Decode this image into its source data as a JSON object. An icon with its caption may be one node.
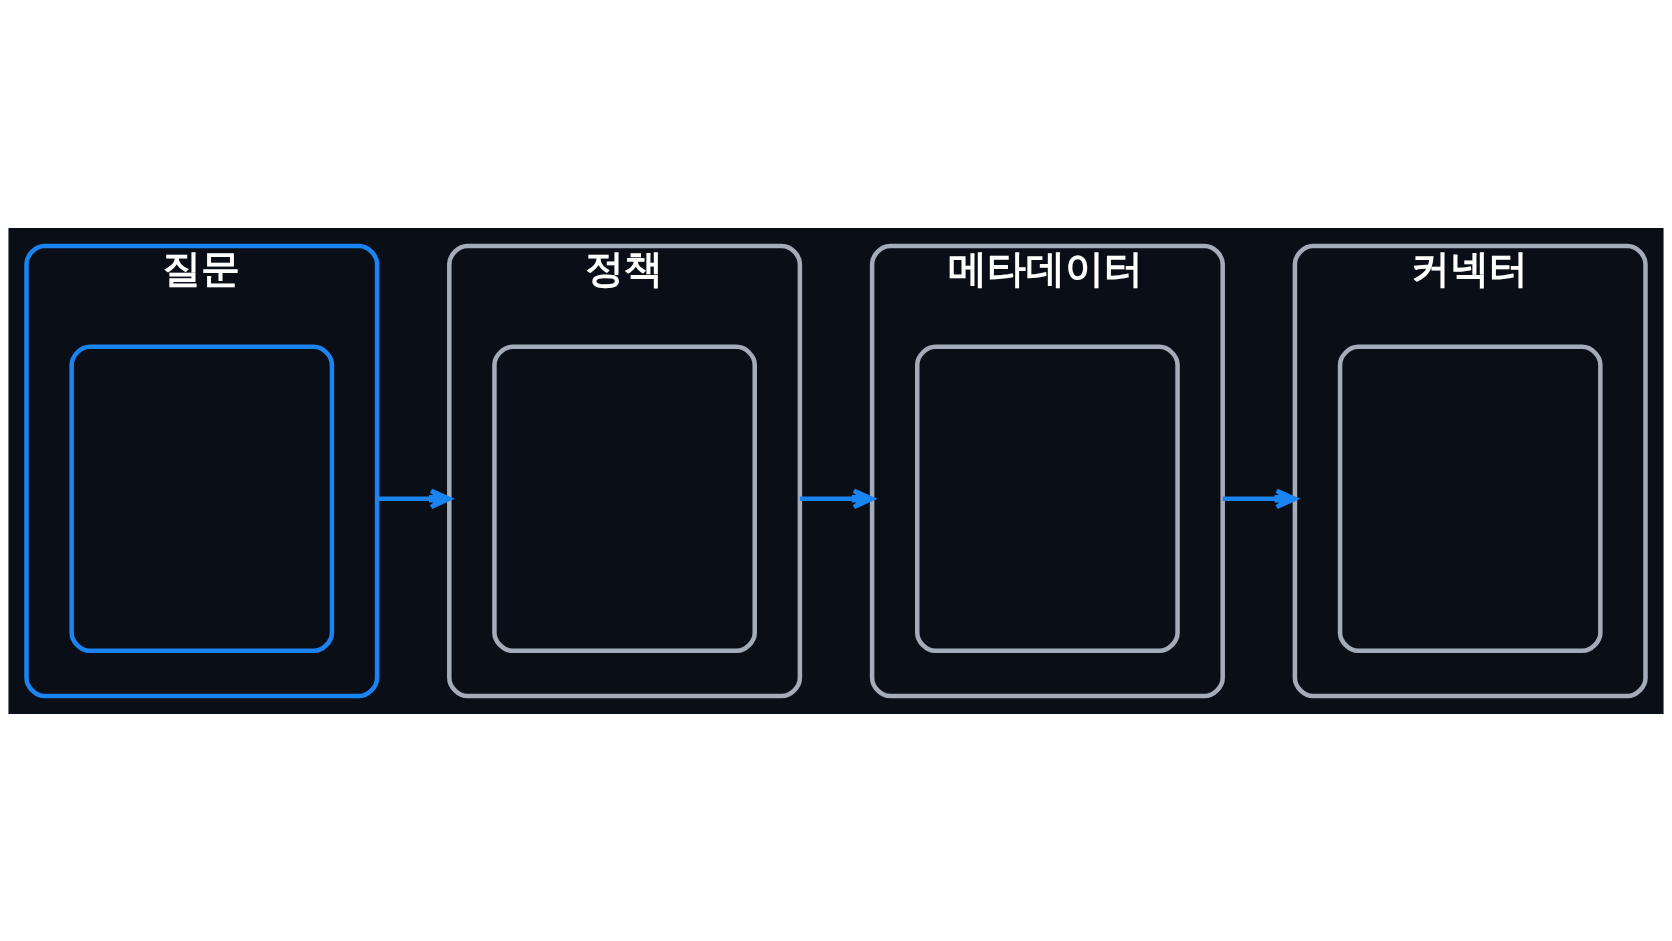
{
  "diagram": {
    "nodes": [
      {
        "text": [
          "질문"
        ]
      },
      {
        "text": [],
        "shape": "box",
        "in": 0
      },
      {
        "text": [
          "정책"
        ]
      },
      {
        "text": [],
        "shape": "box",
        "in": 2
      },
      {
        "text": [
          "메타데이터"
        ]
      },
      {
        "text": [],
        "shape": "box",
        "in": 4
      },
      {
        "text": [
          "커넥터"
        ]
      },
      {
        "text": [],
        "shape": "box",
        "in": 6
      }
    ],
    "edges": [
      {
        "from": 0,
        "to": 2,
        "arrow": "to"
      },
      {
        "from": 2,
        "to": 4,
        "arrow": "to"
      },
      {
        "from": 4,
        "to": 6,
        "arrow": "to"
      }
    ]
  }
}
